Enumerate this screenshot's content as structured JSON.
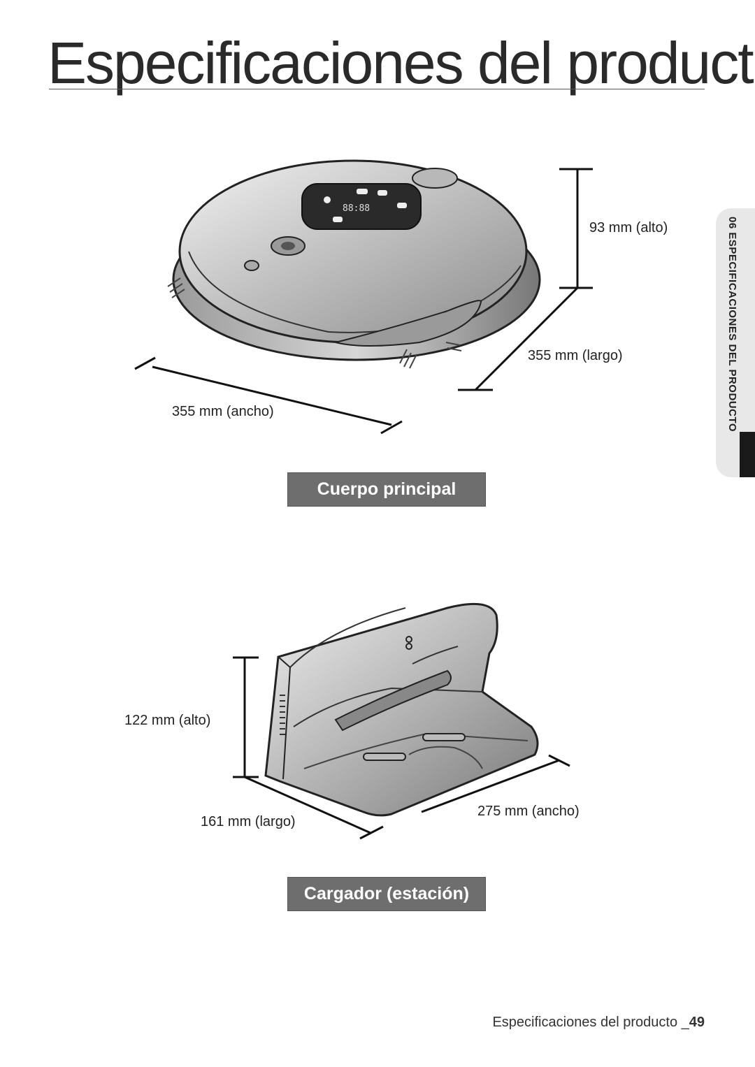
{
  "page": {
    "title": "Especificaciones del producto",
    "side_tab": "06 ESPECIFICACIONES DEL PRODUCTO"
  },
  "main_body": {
    "caption": "Cuerpo principal",
    "dimensions": {
      "height": "93 mm (alto)",
      "length": "355 mm (largo)",
      "width": "355 mm (ancho)"
    }
  },
  "charger": {
    "caption": "Cargador (estación)",
    "dimensions": {
      "height": "122 mm (alto)",
      "length": "161 mm (largo)",
      "width": "275 mm (ancho)"
    }
  },
  "footer": {
    "text": "Especificaciones del producto _",
    "page_number": "49"
  }
}
